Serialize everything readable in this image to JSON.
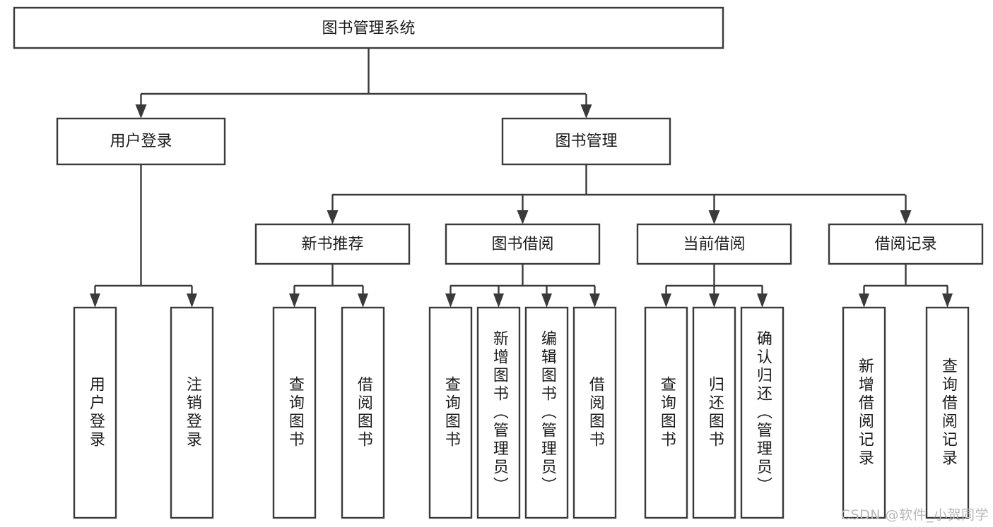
{
  "diagram": {
    "title": "图书管理系统",
    "type": "tree-hierarchy",
    "orientation": "top-down",
    "colors": {
      "box_stroke": "#3a3a3a",
      "box_fill": "#ffffff",
      "connector": "#3a3a3a",
      "text": "#1d1d1d",
      "background": "#ffffff",
      "watermark": "#b8b8b8"
    }
  },
  "root": {
    "label": "图书管理系统"
  },
  "level1": [
    {
      "label": "用户登录"
    },
    {
      "label": "图书管理"
    }
  ],
  "level2": [
    {
      "label": "新书推荐"
    },
    {
      "label": "图书借阅"
    },
    {
      "label": "当前借阅"
    },
    {
      "label": "借阅记录"
    }
  ],
  "leaves": {
    "user_login": [
      {
        "label": "用户登录"
      },
      {
        "label": "注销登录"
      }
    ],
    "new_book_recommend": [
      {
        "label": "查询图书"
      },
      {
        "label": "借阅图书"
      }
    ],
    "book_borrow": [
      {
        "label": "查询图书"
      },
      {
        "label": "新增图书（管理员）"
      },
      {
        "label": "编辑图书（管理员）"
      },
      {
        "label": "借阅图书"
      }
    ],
    "current_borrow": [
      {
        "label": "查询图书"
      },
      {
        "label": "归还图书"
      },
      {
        "label": "确认归还（管理员）"
      }
    ],
    "borrow_record": [
      {
        "label": "新增借阅记录"
      },
      {
        "label": "查询借阅记录"
      }
    ]
  },
  "watermark": {
    "text": "CSDN @软件_小贺同学"
  }
}
